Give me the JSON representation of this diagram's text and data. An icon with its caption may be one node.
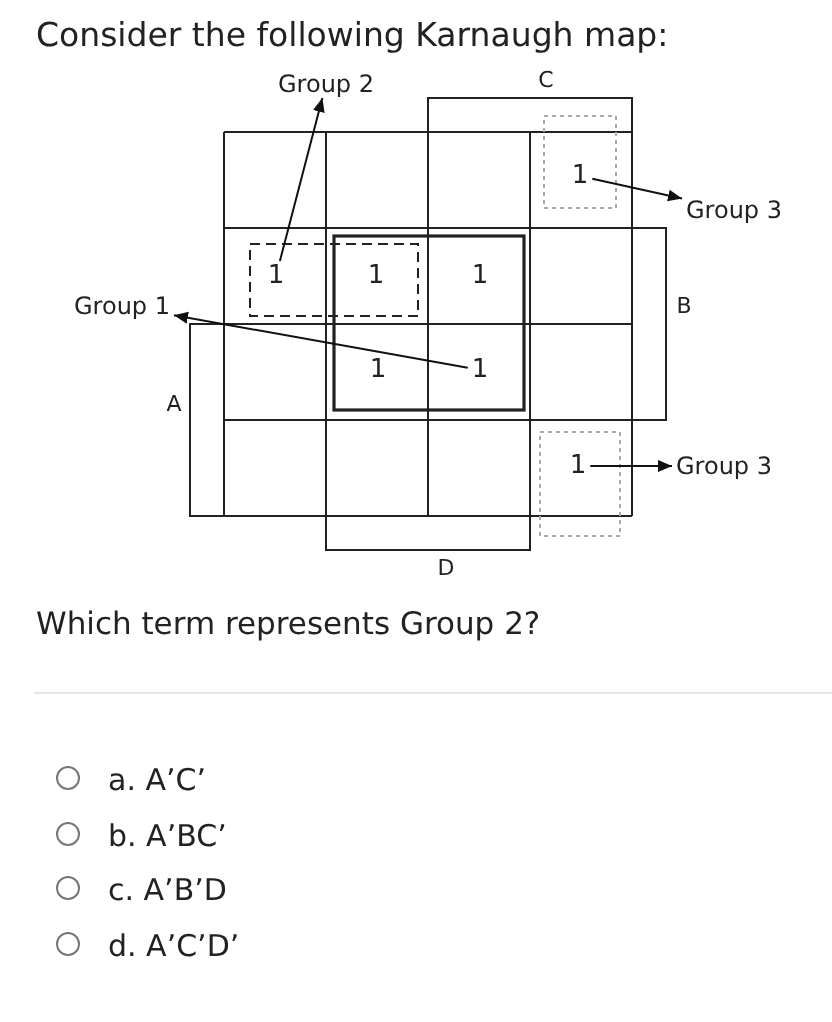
{
  "diagram": {
    "title": "Consider the following Karnaugh map:",
    "nodes": [
      {
        "text": [
          "Group  2"
        ]
      },
      {
        "text": [
          "1"
        ]
      },
      {
        "text": [
          "Group 3"
        ]
      },
      {
        "text": [
          "1"
        ]
      },
      {
        "text": [
          "Group 1"
        ]
      },
      {
        "text": [
          "1"
        ]
      },
      {
        "text": [
          "1"
        ]
      },
      {
        "text": [
          "Group 3"
        ]
      }
    ],
    "edges": [
      {
        "from": 3,
        "to": 0,
        "arrow": "to"
      },
      {
        "from": 1,
        "to": 2,
        "arrow": "to"
      },
      {
        "from": 5,
        "to": 4,
        "arrow": "to"
      },
      {
        "from": 6,
        "to": 7,
        "arrow": "to"
      }
    ],
    "labels": [
      "C",
      "1",
      "1",
      "B",
      "1",
      "A",
      "D",
      "Which term represents Group 2?",
      "a. A’C’",
      "b. A’BC’",
      "c. A’B’D",
      "d. A’C’D’"
    ]
  }
}
